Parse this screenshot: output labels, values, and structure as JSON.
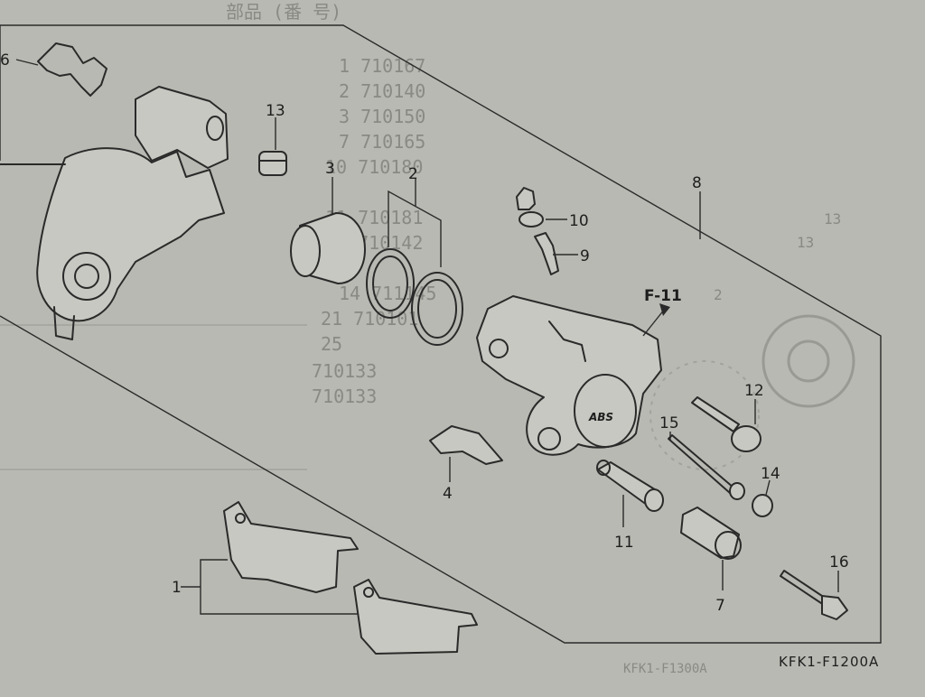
{
  "diagram": {
    "frame_label": "F-11",
    "figure_code": "KFK1-F1200A",
    "callouts": [
      "1",
      "2",
      "3",
      "4",
      "6",
      "7",
      "8",
      "9",
      "10",
      "11",
      "12",
      "13",
      "14",
      "15",
      "16"
    ],
    "pad_stamp": "ABS",
    "ghost_text": {
      "header": "部品 (番 号)",
      "row1": "1 710167",
      "row2": "2 710140",
      "row3": "3 710150",
      "row4": "7 710165",
      "row5": "10 710180",
      "row6": "11 710181",
      "row7": "12 710142",
      "row8": "14 711145",
      "row9": "21 710101",
      "row10": "25",
      "row11": "710133",
      "row12": "710133",
      "footer_code": "KFK1-F1300A",
      "side_13a": "13",
      "side_13b": "13",
      "side_2": "2"
    }
  },
  "colors": {
    "paper": "#b9b9b3",
    "ink": "#2a2a2a",
    "ghost": "#8a8a85"
  }
}
